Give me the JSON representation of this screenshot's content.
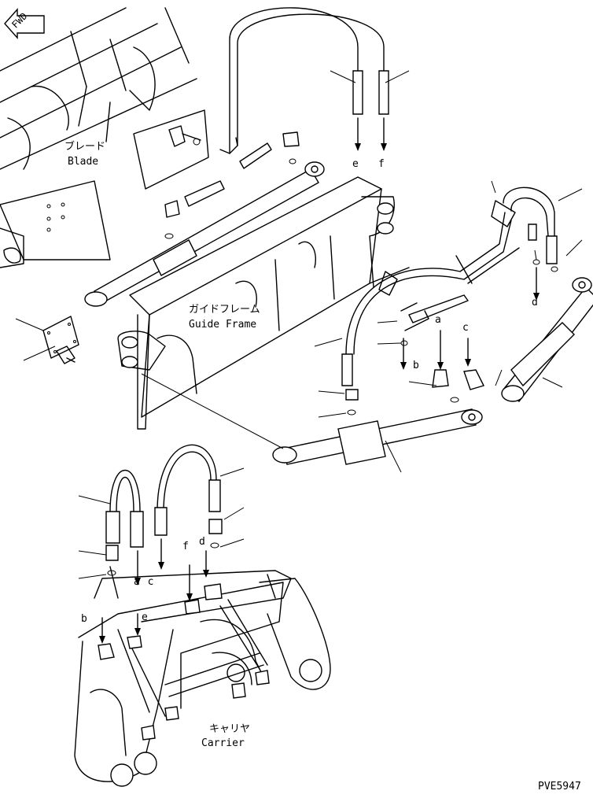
{
  "fwd_label": "FWD",
  "blade": {
    "jp": "ブレード",
    "en": "Blade"
  },
  "guide_frame": {
    "jp": "ガイドフレーム",
    "en": "Guide Frame"
  },
  "carrier": {
    "jp": "キャリヤ",
    "en": "Carrier"
  },
  "letters": {
    "e_top": "e",
    "f_top": "f",
    "a_mid": "a",
    "b_mid": "b",
    "c_mid": "c",
    "d_mid": "d",
    "f_low": "f",
    "d_low": "d",
    "ac_low": "a c",
    "b_low": "b",
    "e_low": "e"
  },
  "code": "PVE5947"
}
